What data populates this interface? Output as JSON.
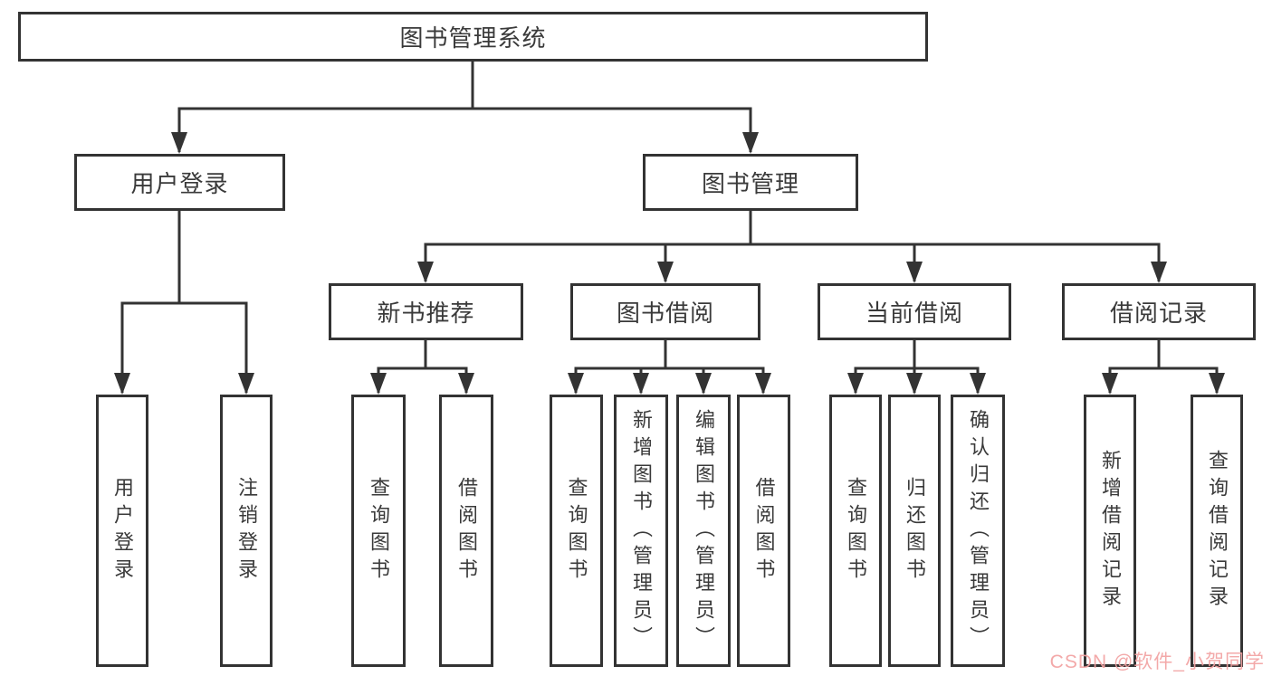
{
  "tree": {
    "root": {
      "label": "图书管理系统"
    },
    "branches": [
      {
        "label": "用户登录",
        "leaves": [
          {
            "label": "用户登录"
          },
          {
            "label": "注销登录"
          }
        ]
      },
      {
        "label": "图书管理",
        "groups": [
          {
            "label": "新书推荐",
            "leaves": [
              {
                "label": "查询图书"
              },
              {
                "label": "借阅图书"
              }
            ]
          },
          {
            "label": "图书借阅",
            "leaves": [
              {
                "label": "查询图书"
              },
              {
                "label": "新增图书（管理员）"
              },
              {
                "label": "编辑图书（管理员）"
              },
              {
                "label": "借阅图书"
              }
            ]
          },
          {
            "label": "当前借阅",
            "leaves": [
              {
                "label": "查询图书"
              },
              {
                "label": "归还图书"
              },
              {
                "label": "确认归还（管理员）"
              }
            ]
          },
          {
            "label": "借阅记录",
            "leaves": [
              {
                "label": "新增借阅记录"
              },
              {
                "label": "查询借阅记录"
              }
            ]
          }
        ]
      }
    ]
  },
  "watermark": {
    "text": "CSDN @软件_小贺同学"
  },
  "colors": {
    "line": "#333333",
    "box_border": "#333333",
    "box_fill": "#ffffff",
    "text": "#3a3a3a",
    "watermark": "#f2a2a2",
    "background": "#ffffff"
  }
}
